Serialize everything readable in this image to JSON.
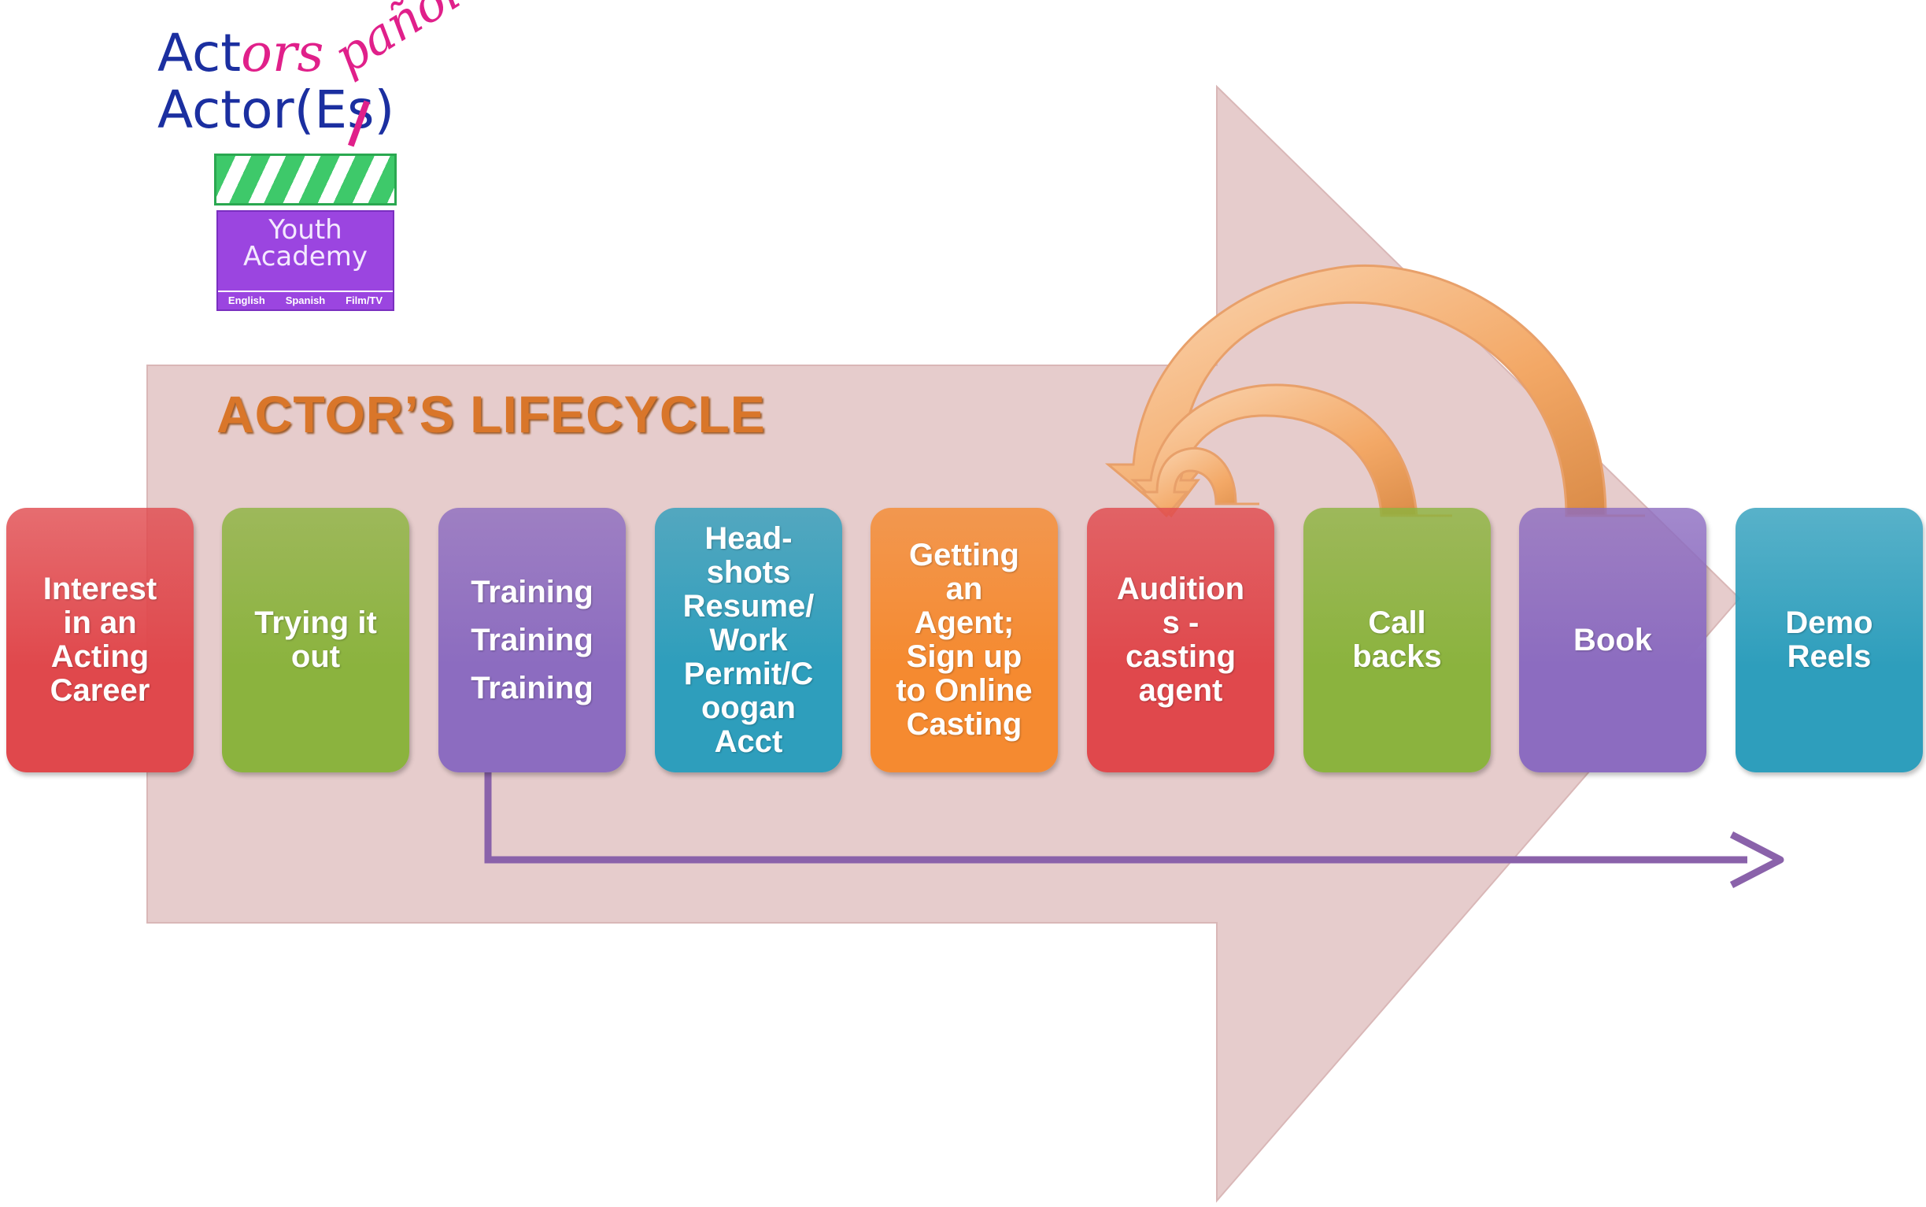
{
  "logo": {
    "line1_plain": "Act",
    "line1_accent": "ors",
    "line2": "Actor(Es)",
    "script": "pañol",
    "clapper_title_1": "Youth",
    "clapper_title_2": "Academy",
    "clapper_subs": [
      "English",
      "Spanish",
      "Film/TV"
    ]
  },
  "title": "ACTOR’S LIFECYCLE",
  "stages": [
    {
      "label": "Interest\nin an\nActing\nCareer",
      "color": "#e0484c"
    },
    {
      "label": "Trying it\nout",
      "color": "#8bb33e"
    },
    {
      "label": "Training\nTraining\nTraining",
      "color": "#8c6cc0"
    },
    {
      "label": "Head-\nshots\nResume/\nWork\nPermit/C\noogan\nAcct",
      "color": "#2e9ebc"
    },
    {
      "label": "Getting\nan\nAgent;\nSign up\nto Online\nCasting",
      "color": "#f58a30"
    },
    {
      "label": "Audition\ns -\ncasting\nagent",
      "color": "#e0484c"
    },
    {
      "label": "Call\nbacks",
      "color": "#8bb33e"
    },
    {
      "label": "Book",
      "color": "#8c6cc0"
    },
    {
      "label": "Demo\nReels",
      "color": "#2e9ebc"
    }
  ],
  "connections": [
    {
      "from": "Call\nbacks",
      "to": "Audition\ns -\ncasting\nagent",
      "style": "orange curved arrow"
    },
    {
      "from": "Book",
      "to": "Audition\ns -\ncasting\nagent",
      "style": "orange curved arrow"
    },
    {
      "from": "Training\nTraining\nTraining",
      "to": "Demo\nReels",
      "style": "purple elbow arrow"
    }
  ],
  "colors": {
    "big_arrow": "#e6cccc",
    "title": "#d9762a",
    "loop_arrow": "#f0a060",
    "elbow_arrow": "#8a62aa"
  }
}
